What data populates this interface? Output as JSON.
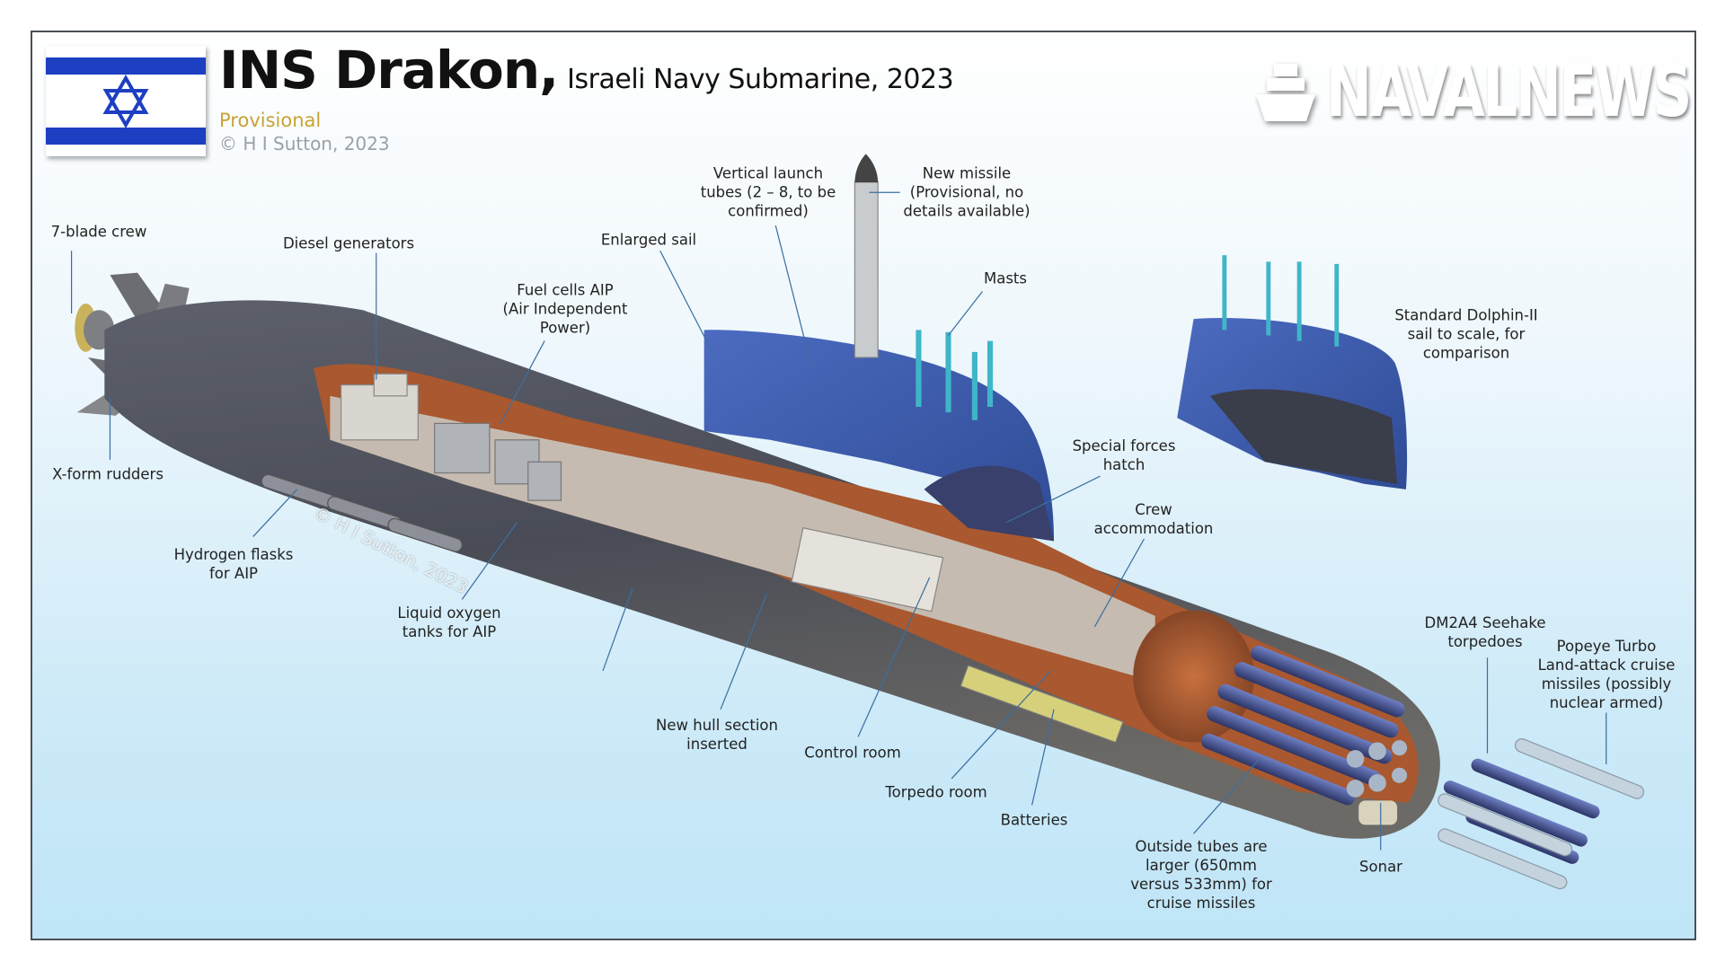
{
  "header": {
    "title": "INS Drakon,",
    "subtitle": "Israeli Navy Submarine, 2023",
    "status": "Provisional",
    "copyright": "© H I Sutton, 2023",
    "flag": "israel-flag"
  },
  "logo": {
    "text": "NAVALNEWS",
    "icon": "ship-icon"
  },
  "watermark": "© H I Sutton, 2023",
  "colors": {
    "flag_blue": "#1d3fc2",
    "provisional": "#c9a233",
    "sail_blue": "#3f5fae",
    "hull": "#4a4d57",
    "interior": "#a9582f",
    "mast": "#3fb6c8"
  },
  "labels": {
    "propeller": "7-blade crew",
    "diesel": "Diesel generators",
    "sail": "Enlarged sail",
    "vlt": "Vertical launch\ntubes (2 – 8, to be\nconfirmed)",
    "missile": "New missile\n(Provisional, no\ndetails available)",
    "masts": "Masts",
    "fuel_cells": "Fuel cells AIP\n(Air Independent\nPower)",
    "dolphin_sail": "Standard Dolphin-II\nsail to scale, for\ncomparison",
    "hatch": "Special forces\nhatch",
    "crew": "Crew\naccommodation",
    "rudders": "X-form rudders",
    "hydrogen": "Hydrogen flasks\nfor AIP",
    "lox": "Liquid oxygen\ntanks for AIP",
    "hull_section": "New hull section\ninserted",
    "control_room": "Control room",
    "torpedo_room": "Torpedo room",
    "batteries": "Batteries",
    "outside_tubes": "Outside tubes are\nlarger (650mm\nversus 533mm) for\ncruise missiles",
    "sonar": "Sonar",
    "torpedoes": "DM2A4 Seehake\ntorpedoes",
    "popeye": "Popeye Turbo\nLand-attack cruise\nmissiles (possibly\nnuclear armed)"
  }
}
